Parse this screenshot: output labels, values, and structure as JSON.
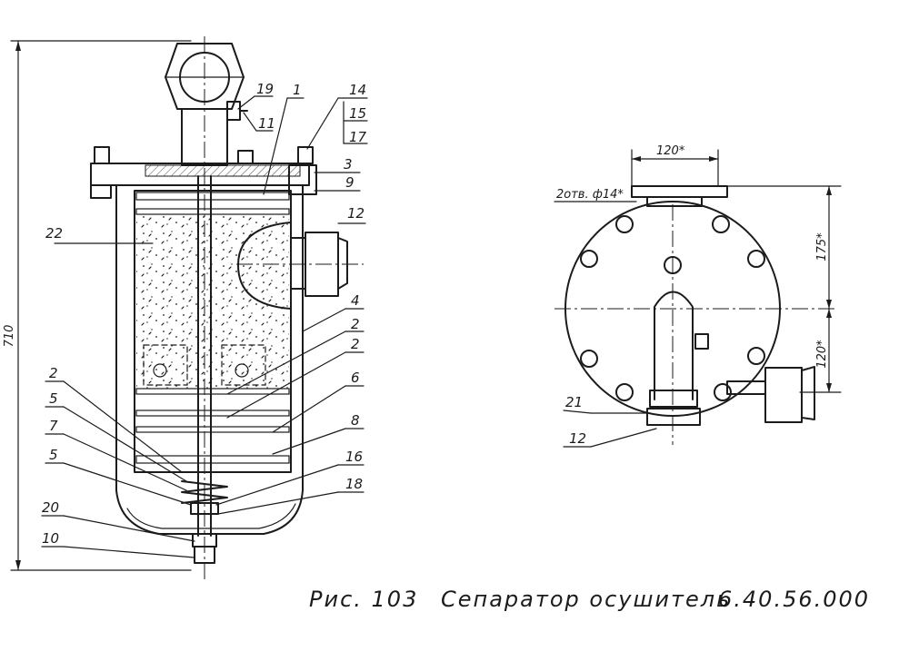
{
  "caption": {
    "figure": "Рис. 103",
    "title": "Сепаратор осушитель",
    "number": "6.40.56.000"
  },
  "dimensions": {
    "height_total": "710",
    "bolt_spacing": "120*",
    "holes_note": "2отв. ф14*",
    "vertical_upper": "175*",
    "vertical_lower": "120*"
  },
  "callouts_front": [
    "1",
    "2",
    "2",
    "2",
    "3",
    "4",
    "5",
    "5",
    "6",
    "7",
    "8",
    "9",
    "10",
    "11",
    "12",
    "14",
    "15",
    "16",
    "17",
    "18",
    "19",
    "20",
    "22"
  ],
  "callouts_side": [
    "12",
    "21"
  ],
  "labels": {
    "c1": "1",
    "c2a": "2",
    "c2b": "2",
    "c2c": "2",
    "c3": "3",
    "c4": "4",
    "c5a": "5",
    "c5b": "5",
    "c6": "6",
    "c7": "7",
    "c8": "8",
    "c9": "9",
    "c10": "10",
    "c11": "11",
    "c12": "12",
    "c14": "14",
    "c15": "15",
    "c16": "16",
    "c17": "17",
    "c18": "18",
    "c19": "19",
    "c20": "20",
    "c22": "22",
    "s12": "12",
    "s21": "21"
  }
}
